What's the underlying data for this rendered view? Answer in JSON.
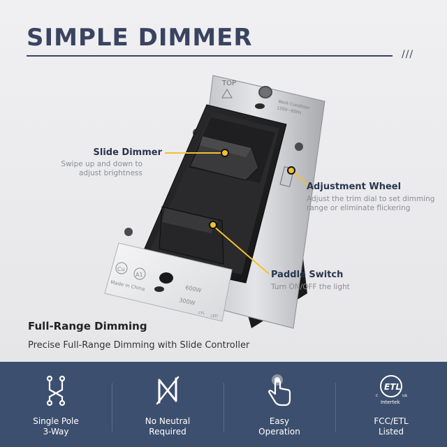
{
  "header": {
    "title": "SIMPLE DIMMER",
    "slashes": "///"
  },
  "device": {
    "top_label": "TOP",
    "work_condition": "Work Condition",
    "voltage": "120V~60Hz",
    "made_in": "Made in China",
    "rating_600": "600W",
    "rating_300": "300W",
    "cfl": "CFL",
    "led": "LED",
    "cert_cu": "Cu",
    "cert_a1": "A1"
  },
  "callouts": {
    "slide_dimmer": {
      "title": "Slide Dimmer",
      "desc1": "Swipe up and down to",
      "desc2": "adjust brightness"
    },
    "adjustment_wheel": {
      "title": "Adjustment Wheel",
      "desc1": "Adjust the trim dial to set dimming",
      "desc2": "range or eliminate flickering"
    },
    "paddle_switch": {
      "title": "Paddle Switch",
      "desc1": "Turn ON/OFF the light"
    }
  },
  "feature": {
    "title": "Full-Range Dimming",
    "desc": "Precise Full-Range Dimming with Slide Controller"
  },
  "features_bar": [
    {
      "icon": "three-way-switch-icon",
      "line1": "Single Pole",
      "line2": "3-Way"
    },
    {
      "icon": "no-neutral-icon",
      "line1": "No Neutral",
      "line2": "Required"
    },
    {
      "icon": "touch-finger-icon",
      "line1": "Easy",
      "line2": "Operation"
    },
    {
      "icon": "etl-cert-icon",
      "line1": "FCC/ETL",
      "line2": "Listed",
      "cert_text": "Intertek",
      "etl": "ETL",
      "c": "c",
      "us": "us"
    }
  ],
  "colors": {
    "navy": "#3a4460",
    "bar": "#3d4f6e",
    "accent": "#f2c12e"
  }
}
